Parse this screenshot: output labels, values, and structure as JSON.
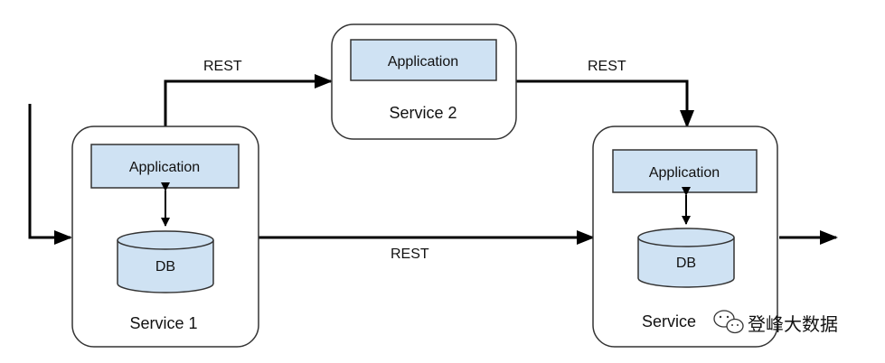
{
  "labels": {
    "rest_top_left": "REST",
    "rest_top_right": "REST",
    "rest_bottom": "REST"
  },
  "services": {
    "service1": {
      "title": "Service 1",
      "app": "Application",
      "db": "DB"
    },
    "service2": {
      "title": "Service 2",
      "app": "Application"
    },
    "service3": {
      "title": "Service",
      "app": "Application",
      "db": "DB"
    }
  },
  "watermark": {
    "text": "登峰大数据",
    "icon": "wechat-icon"
  },
  "colors": {
    "box_fill": "#cfe2f3",
    "stroke": "#222222",
    "arrow": "#000000",
    "background": "#ffffff"
  }
}
